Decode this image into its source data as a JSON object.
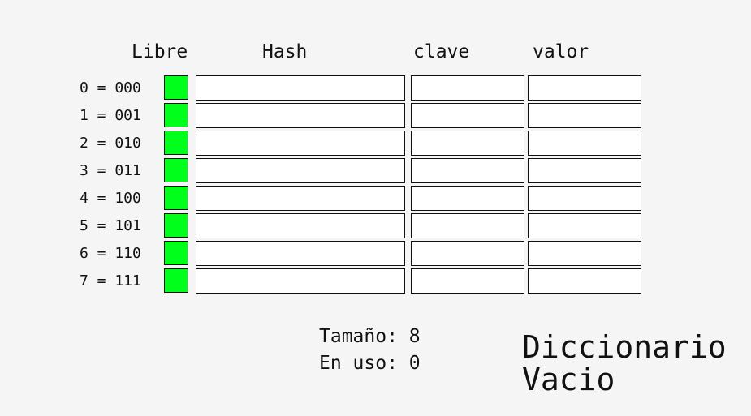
{
  "headers": {
    "libre": "Libre",
    "hash": "Hash",
    "clave": "clave",
    "valor": "valor"
  },
  "rows": [
    {
      "label": "0 = 000",
      "free": true,
      "hash": "",
      "clave": "",
      "valor": ""
    },
    {
      "label": "1 = 001",
      "free": true,
      "hash": "",
      "clave": "",
      "valor": ""
    },
    {
      "label": "2 = 010",
      "free": true,
      "hash": "",
      "clave": "",
      "valor": ""
    },
    {
      "label": "3 = 011",
      "free": true,
      "hash": "",
      "clave": "",
      "valor": ""
    },
    {
      "label": "4 = 100",
      "free": true,
      "hash": "",
      "clave": "",
      "valor": ""
    },
    {
      "label": "5 = 101",
      "free": true,
      "hash": "",
      "clave": "",
      "valor": ""
    },
    {
      "label": "6 = 110",
      "free": true,
      "hash": "",
      "clave": "",
      "valor": ""
    },
    {
      "label": "7 = 111",
      "free": true,
      "hash": "",
      "clave": "",
      "valor": ""
    }
  ],
  "stats": {
    "size": "Tamaño: 8",
    "used": "En uso: 0"
  },
  "status": {
    "line1": "Diccionario",
    "line2": "Vacio"
  },
  "colors": {
    "free": "#00ff1a",
    "used": "#ff2a2a",
    "background": "#f5f5f5"
  }
}
